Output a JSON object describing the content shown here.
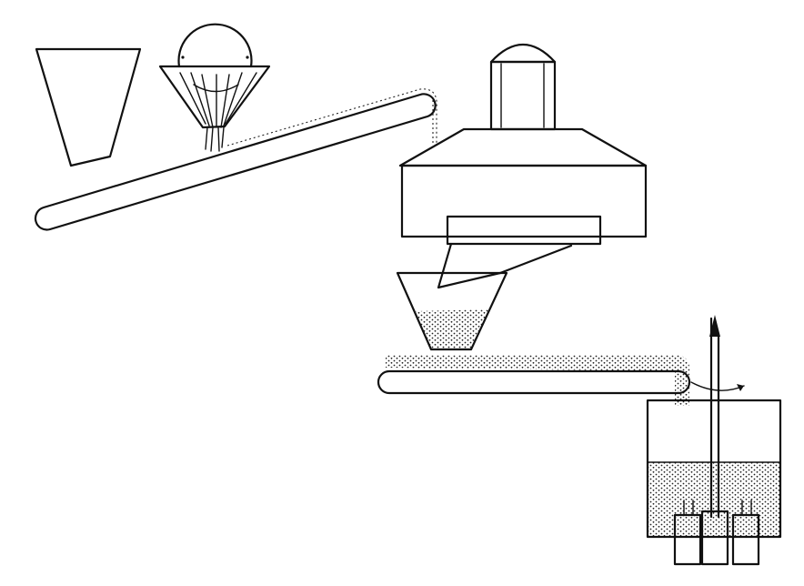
{
  "diagram": {
    "background_color": "#ffffff",
    "ink_color": "#111111",
    "components": [
      "empty-hopper",
      "charged-hopper",
      "inclined-conveyor",
      "processing-unit",
      "collecting-hopper",
      "horizontal-conveyor",
      "agitated-tank"
    ]
  }
}
